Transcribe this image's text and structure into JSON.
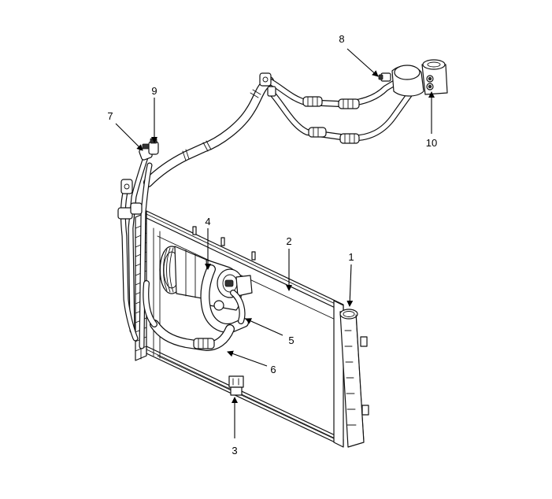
{
  "figure": {
    "callouts": [
      {
        "id": "c1",
        "label": "1"
      },
      {
        "id": "c2",
        "label": "2"
      },
      {
        "id": "c3",
        "label": "3"
      },
      {
        "id": "c4",
        "label": "4"
      },
      {
        "id": "c5",
        "label": "5"
      },
      {
        "id": "c6",
        "label": "6"
      },
      {
        "id": "c7",
        "label": "7"
      },
      {
        "id": "c8",
        "label": "8"
      },
      {
        "id": "c9",
        "label": "9"
      },
      {
        "id": "c10",
        "label": "10"
      }
    ]
  },
  "colors": {
    "line": "#111111",
    "background": "#ffffff",
    "shade": "#d9d9d9"
  }
}
